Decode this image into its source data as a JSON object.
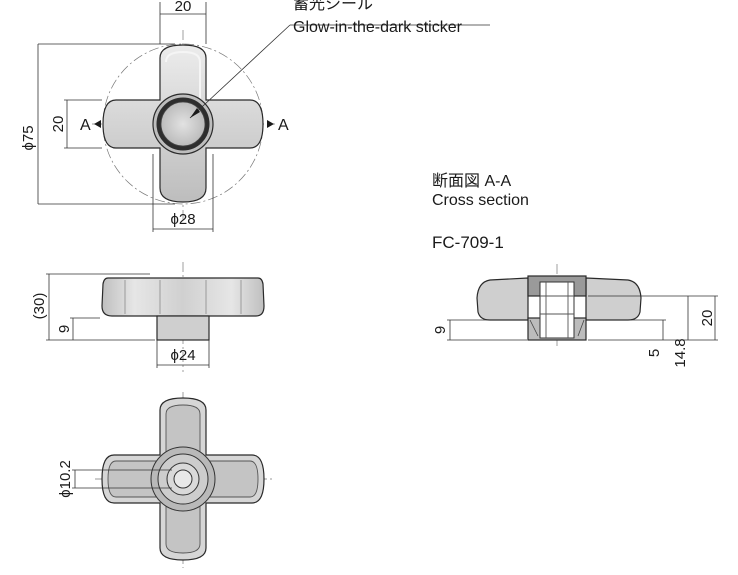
{
  "labels": {
    "sticker_jp": "蓄光シール",
    "sticker_en": "Glow-in-the-dark sticker",
    "section_jp": "断面図 A-A",
    "section_en": "Cross section",
    "model": "FC-709-1",
    "section_mark": "A"
  },
  "dimensions": {
    "top_width": "20",
    "arm_height": "20",
    "outer_diameter": "ϕ75",
    "hub_diameter": "ϕ28",
    "total_height": "(30)",
    "boss_height": "9",
    "boss_diameter": "ϕ24",
    "bottom_bore": "ϕ10.2",
    "section_boss": "9",
    "section_depth_5": "5",
    "section_depth_14": "14.8",
    "section_height_20": "20"
  },
  "colors": {
    "part_fill": "#d9d9d9",
    "part_dark": "#a9a9a9",
    "line": "#2a2a2a"
  }
}
